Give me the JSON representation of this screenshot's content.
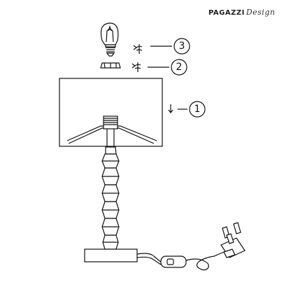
{
  "brand": {
    "name": "PAGAZZI",
    "script": "Design"
  },
  "steps": [
    {
      "label": "3",
      "target": "bulb"
    },
    {
      "label": "2",
      "target": "ring"
    },
    {
      "label": "1",
      "target": "shade"
    }
  ]
}
